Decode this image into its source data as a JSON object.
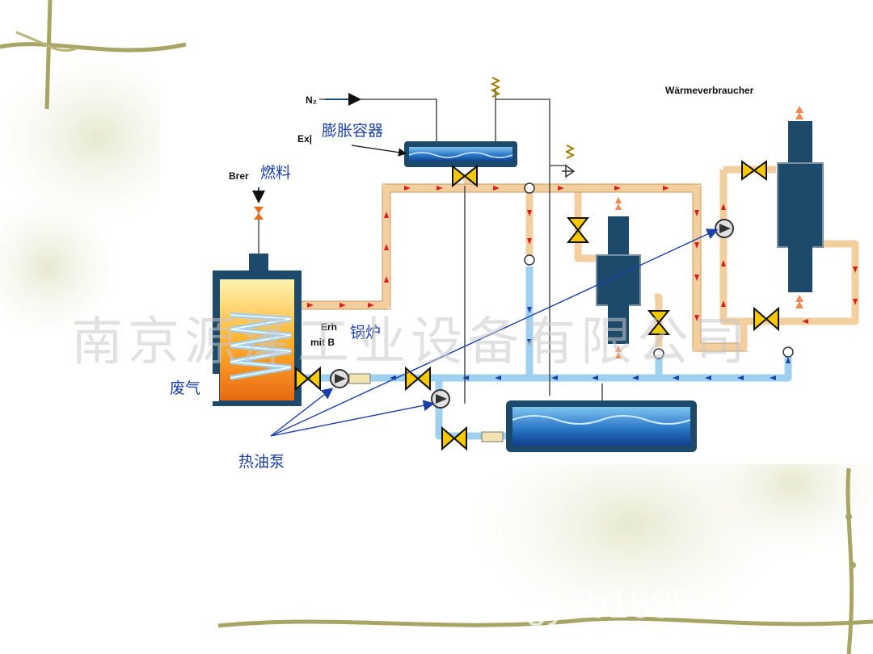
{
  "labels": {
    "n2": "N₂",
    "expansion_partial": "Ex|",
    "expansion_cn": "膨胀容器",
    "fuel_partial": "Brer",
    "fuel_cn": "燃料",
    "heat_consumer": "Wärmeverbraucher",
    "boiler_partial_1": "Erh",
    "boiler_partial_2": "mit B",
    "boiler_cn": "锅炉",
    "exhaust_cn": "废气",
    "pump_cn": "热油泵"
  },
  "watermark": {
    "company": "南京源泽工业设备有限公司",
    "site": "gysb1688.com"
  },
  "colors": {
    "hot_pipe": "#f3cfa0",
    "hot_arrow": "#d62020",
    "cold_pipe": "#9fd0ef",
    "cold_arrow": "#1a3fa8",
    "equipment": "#1d4a6b",
    "valve": "#f5c800"
  }
}
